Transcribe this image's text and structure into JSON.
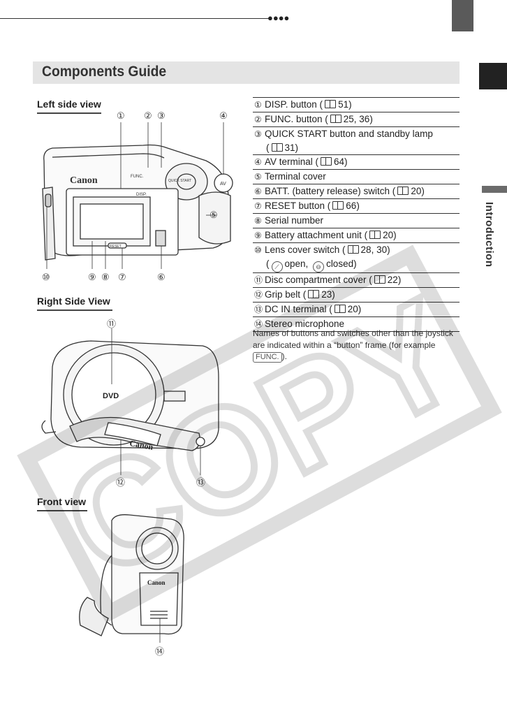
{
  "page": {
    "side_tab_label": "Introduction",
    "title": "Components Guide"
  },
  "sections": {
    "left_side": "Left side view",
    "right_side": "Right Side View",
    "front": "Front view"
  },
  "callouts": {
    "left": [
      "①",
      "②",
      "③",
      "④",
      "⑤",
      "⑥",
      "⑦",
      "⑧",
      "⑨",
      "⑩"
    ],
    "right": [
      "⑪",
      "⑫",
      "⑬"
    ],
    "front": [
      "⑭"
    ]
  },
  "camera_labels": {
    "brand": "Canon",
    "func": "FUNC.",
    "disp": "DISP.",
    "quick_start": "QUICK START",
    "av": "AV",
    "dvd": "DVD",
    "reset": "RESET"
  },
  "components": [
    {
      "n": "①",
      "text": "DISP. button (",
      "ref": "51)"
    },
    {
      "n": "②",
      "text": "FUNC. button (",
      "ref": "25, 36)"
    },
    {
      "n": "③",
      "text": "QUICK START button and standby lamp",
      "line2_pre": "(",
      "ref": "31)"
    },
    {
      "n": "④",
      "text": "AV terminal (",
      "ref": "64)"
    },
    {
      "n": "⑤",
      "text": "Terminal cover"
    },
    {
      "n": "⑥",
      "text": "BATT. (battery release) switch (",
      "ref": "20)"
    },
    {
      "n": "⑦",
      "text": "RESET button (",
      "ref": "66)"
    },
    {
      "n": "⑧",
      "text": "Serial number"
    },
    {
      "n": "⑨",
      "text": "Battery attachment unit (",
      "ref": "20)"
    },
    {
      "n": "⑩",
      "text": "Lens cover switch (",
      "ref": "28, 30)",
      "line2_a": "(",
      "line2_b": "open,",
      "line2_c": "closed)"
    },
    {
      "n": "⑪",
      "text": "Disc compartment cover (",
      "ref": "22)"
    },
    {
      "n": "⑫",
      "text": "Grip belt (",
      "ref": "23)"
    },
    {
      "n": "⑬",
      "text": "DC IN terminal (",
      "ref": "20)"
    },
    {
      "n": "⑭",
      "text": "Stereo microphone"
    }
  ],
  "note": {
    "text_before": "Names of buttons and switches other than the joystick are indicated within a “button” frame (for example",
    "frame_label": "FUNC.",
    "text_after": ")."
  },
  "watermark": "COPY"
}
